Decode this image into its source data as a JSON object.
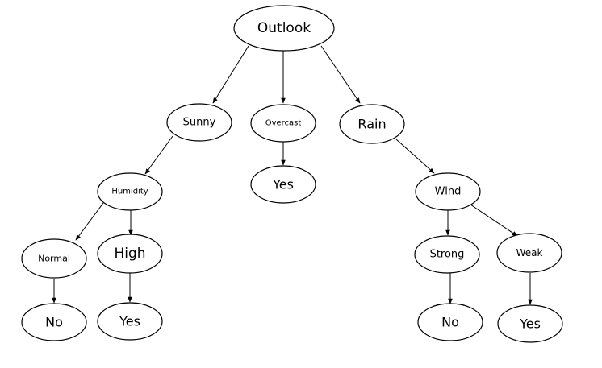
{
  "tree": {
    "root": "Outlook",
    "outlook_values": [
      "Sunny",
      "Overcast",
      "Rain"
    ],
    "sunny_branch": {
      "attribute": "Humidity",
      "values": [
        "Normal",
        "High"
      ],
      "leaves": [
        "No",
        "Yes"
      ]
    },
    "overcast_branch": {
      "leaf": "Yes"
    },
    "rain_branch": {
      "attribute": "Wind",
      "values": [
        "Strong",
        "Weak"
      ],
      "leaves": [
        "No",
        "Yes"
      ]
    }
  },
  "colors": {
    "stroke": "#000000",
    "fill": "#ffffff",
    "text": "#000000"
  }
}
